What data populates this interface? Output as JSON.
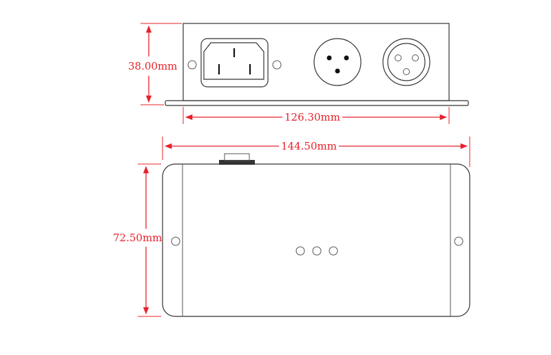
{
  "dimensions": {
    "height_front": "38.00mm",
    "inner_width": "126.30mm",
    "outer_width": "144.50mm",
    "depth": "72.50mm"
  },
  "colors": {
    "dimension": "#e8202a",
    "outline": "#333333"
  },
  "icons": {
    "power_inlet": "iec-power-inlet-icon",
    "xlr_female": "xlr-female-connector-icon",
    "xlr_male": "xlr-male-connector-icon"
  }
}
